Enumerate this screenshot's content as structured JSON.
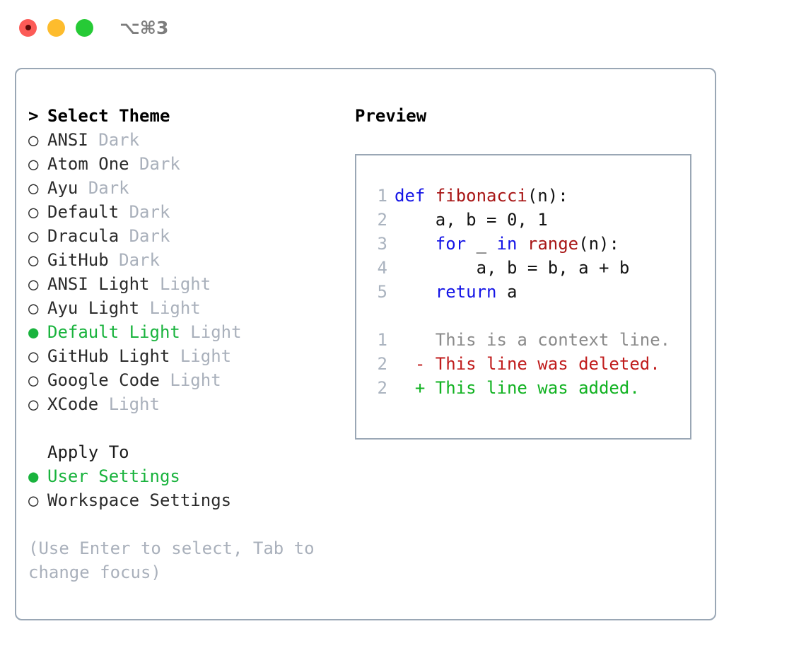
{
  "titlebar": {
    "shortcut": "⌥⌘3",
    "buttons": [
      {
        "name": "close",
        "color": "#fc5b57"
      },
      {
        "name": "minimize",
        "color": "#fdbc2d"
      },
      {
        "name": "maximize",
        "color": "#26ca36"
      }
    ]
  },
  "theme_picker": {
    "header_marker": ">",
    "header": "Select Theme",
    "marker_unselected": "○",
    "marker_selected": "●",
    "items": [
      {
        "label": "ANSI",
        "badge": "Dark",
        "selected": false
      },
      {
        "label": "Atom One",
        "badge": "Dark",
        "selected": false
      },
      {
        "label": "Ayu",
        "badge": "Dark",
        "selected": false
      },
      {
        "label": "Default",
        "badge": "Dark",
        "selected": false
      },
      {
        "label": "Dracula",
        "badge": "Dark",
        "selected": false
      },
      {
        "label": "GitHub",
        "badge": "Dark",
        "selected": false
      },
      {
        "label": "ANSI Light",
        "badge": "Light",
        "selected": false
      },
      {
        "label": "Ayu Light",
        "badge": "Light",
        "selected": false
      },
      {
        "label": "Default Light",
        "badge": "Light",
        "selected": true
      },
      {
        "label": "GitHub Light",
        "badge": "Light",
        "selected": false
      },
      {
        "label": "Google Code",
        "badge": "Light",
        "selected": false
      },
      {
        "label": "XCode",
        "badge": "Light",
        "selected": false
      }
    ]
  },
  "apply_to": {
    "header": "Apply To",
    "items": [
      {
        "label": "User Settings",
        "selected": true
      },
      {
        "label": "Workspace Settings",
        "selected": false
      }
    ]
  },
  "hint": "(Use Enter to select, Tab to change focus)",
  "preview": {
    "title": "Preview",
    "code_lines": [
      {
        "num": "1",
        "tokens": [
          {
            "t": "def ",
            "c": "kw"
          },
          {
            "t": "fibonacci",
            "c": "fn"
          },
          {
            "t": "(n):",
            "c": "pl"
          }
        ]
      },
      {
        "num": "2",
        "tokens": [
          {
            "t": "    a, b = 0, 1",
            "c": "pl"
          }
        ]
      },
      {
        "num": "3",
        "tokens": [
          {
            "t": "    ",
            "c": "pl"
          },
          {
            "t": "for",
            "c": "kw"
          },
          {
            "t": " _ ",
            "c": "pl"
          },
          {
            "t": "in ",
            "c": "kw"
          },
          {
            "t": "range",
            "c": "fn"
          },
          {
            "t": "(n):",
            "c": "pl"
          }
        ]
      },
      {
        "num": "4",
        "tokens": [
          {
            "t": "        a, b = b, a + b",
            "c": "pl"
          }
        ]
      },
      {
        "num": "5",
        "tokens": [
          {
            "t": "    ",
            "c": "pl"
          },
          {
            "t": "return",
            "c": "kw"
          },
          {
            "t": " a",
            "c": "pl"
          }
        ]
      }
    ],
    "diff_lines": [
      {
        "num": "1",
        "sign": "  ",
        "text": "This is a context line.",
        "kind": "ctx"
      },
      {
        "num": "2",
        "sign": "- ",
        "text": "This line was deleted.",
        "kind": "del"
      },
      {
        "num": "2",
        "sign": "+ ",
        "text": "This line was added.",
        "kind": "add"
      }
    ]
  },
  "colors": {
    "accent_green": "#19b33d",
    "muted": "#a9b0bb",
    "border": "#9aa7b5",
    "keyword": "#1414e6",
    "function": "#a81616",
    "diff_add": "#11b221",
    "diff_del": "#c01c1c"
  }
}
